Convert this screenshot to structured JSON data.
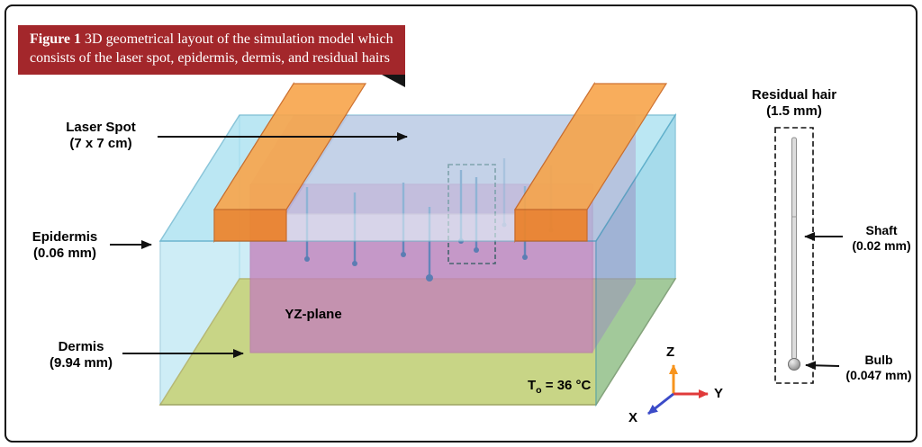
{
  "caption": {
    "figure_label": "Figure 1",
    "line1": "3D geometrical layout of the simulation model which",
    "line2": "consists of the laser spot, epidermis, dermis, and residual hairs"
  },
  "labels": {
    "laser_spot": {
      "title": "Laser Spot",
      "size": "(7 x 7 cm)"
    },
    "epidermis": {
      "title": "Epidermis",
      "size": "(0.06 mm)"
    },
    "dermis": {
      "title": "Dermis",
      "size": "(9.94 mm)"
    },
    "yz_plane": "YZ-plane",
    "temperature": {
      "symbol": "T",
      "subscript": "o",
      "value": " = 36 °C"
    },
    "residual_hair": {
      "title": "Residual hair",
      "size": "(1.5 mm)"
    },
    "shaft": {
      "title": "Shaft",
      "size": "(0.02 mm)"
    },
    "bulb": {
      "title": "Bulb",
      "size": "(0.047 mm)"
    }
  },
  "axes": {
    "x": "X",
    "y": "Y",
    "z": "Z"
  },
  "colors": {
    "caption_banner": "#A3272B",
    "epidermis_blue": "#7FD1E8",
    "heated_region_pink": "#EE4FA1",
    "dermis_yellow": "#F6D84A",
    "laser_frame_orange": "#EF8226",
    "hair_blue": "#54579E",
    "axis_x": "#3B4BC8",
    "axis_y": "#E03A3A",
    "axis_z": "#F7941D"
  }
}
